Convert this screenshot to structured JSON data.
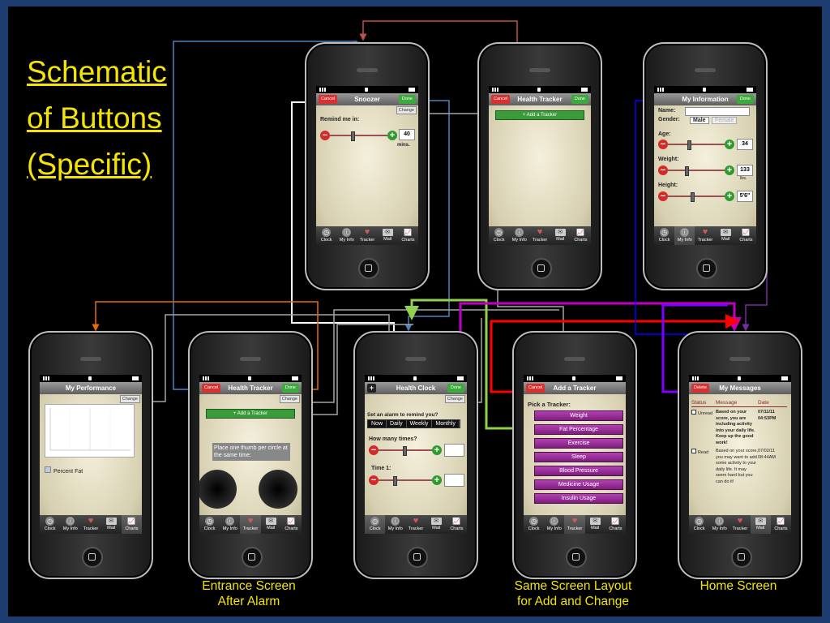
{
  "title": {
    "lines": [
      "Schematic",
      "of Buttons",
      "(Specific)"
    ]
  },
  "captions": {
    "entrance": [
      "Entrance Screen",
      "After Alarm"
    ],
    "same_layout": [
      "Same Screen Layout",
      "for Add and Change"
    ],
    "home": "Home Screen"
  },
  "common": {
    "tabs": [
      "Clock",
      "My Info",
      "Tracker",
      "Mail",
      "Charts"
    ],
    "cancel": "Cancel",
    "done": "Done",
    "change": "Change",
    "delete": "Delete"
  },
  "phones": {
    "snoozer": {
      "title": "Snoozer",
      "remind_label": "Remind me in:",
      "value": "40",
      "unit": "mins."
    },
    "health_tracker_top": {
      "title": "Health Tracker",
      "add_label": "+ Add a Tracker"
    },
    "my_information": {
      "title": "My Information",
      "name_label": "Name:",
      "gender_label": "Gender:",
      "male": "Male",
      "female": "Female",
      "age_label": "Age:",
      "age_value": "34",
      "weight_label": "Weight:",
      "weight_value": "133",
      "weight_unit": "lbs.",
      "height_label": "Height:",
      "height_value": "5'6\""
    },
    "my_performance": {
      "title": "My Performance",
      "legend": "Percent Fat"
    },
    "health_tracker_entrance": {
      "title": "Health Tracker",
      "add_label": "+ Add a Tracker",
      "instruction": "Place one thumb per circle at the same time:"
    },
    "health_clock": {
      "title": "Health Clock",
      "plus": "+",
      "alarm_label": "Set an alarm to remind you?",
      "options": [
        "Now",
        "Daily",
        "Weekly",
        "Monthly"
      ],
      "times_label": "How many times?",
      "time1_label": "Time 1:"
    },
    "add_tracker": {
      "title": "Add a Tracker",
      "pick_label": "Pick a Tracker:",
      "items": [
        "Weight",
        "Fat Percentage",
        "Exercise",
        "Sleep",
        "Blood Pressure",
        "Medicine Usage",
        "Insulin Usage"
      ]
    },
    "my_messages": {
      "title": "My Messages",
      "headers": [
        "Status",
        "Message",
        "Date"
      ],
      "rows": [
        {
          "status": "Unread",
          "message": "Based on your score, you are including activity into your daily life. Keep up the good work!",
          "date": "07/11/11 04:53PM"
        },
        {
          "status": "Read",
          "message": "Based on your score, you may want to add some activity to your daily life. It may seem hard but you can do it!",
          "date": "07/02/11 08:44AM"
        }
      ]
    }
  },
  "arrow_colors": {
    "red_top": "#c0504d",
    "blue": "#4f81bd",
    "white": "#ffffff",
    "gray": "#a6a6a6",
    "orange": "#e46c0a",
    "green": "#92d050",
    "magenta": "#c000c0",
    "purple": "#7030a0",
    "bright_red": "#ff0000",
    "bright_blue": "#0000ff",
    "violet": "#7f00ff"
  }
}
